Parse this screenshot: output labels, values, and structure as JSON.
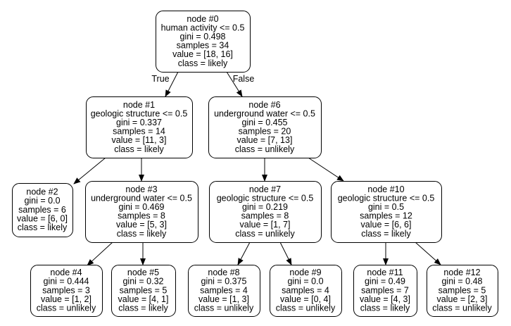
{
  "tree": {
    "nodes": [
      {
        "id": "0",
        "lines": [
          "node #0",
          "human activity <= 0.5",
          "gini = 0.498",
          "samples = 34",
          "value = [18, 16]",
          "class = likely"
        ]
      },
      {
        "id": "1",
        "lines": [
          "node #1",
          "geologic structure <= 0.5",
          "gini = 0.337",
          "samples = 14",
          "value = [11, 3]",
          "class = likely"
        ]
      },
      {
        "id": "6",
        "lines": [
          "node #6",
          "underground water <= 0.5",
          "gini = 0.455",
          "samples = 20",
          "value = [7, 13]",
          "class = unlikely"
        ]
      },
      {
        "id": "2",
        "lines": [
          "node #2",
          "gini = 0.0",
          "samples = 6",
          "value = [6, 0]",
          "class = likely"
        ]
      },
      {
        "id": "3",
        "lines": [
          "node #3",
          "underground water <= 0.5",
          "gini = 0.469",
          "samples = 8",
          "value = [5, 3]",
          "class = likely"
        ]
      },
      {
        "id": "7",
        "lines": [
          "node #7",
          "geologic structure <= 0.5",
          "gini = 0.219",
          "samples = 8",
          "value = [1, 7]",
          "class = unlikely"
        ]
      },
      {
        "id": "10",
        "lines": [
          "node #10",
          "geologic structure <= 0.5",
          "gini = 0.5",
          "samples = 12",
          "value = [6, 6]",
          "class = likely"
        ]
      },
      {
        "id": "4",
        "lines": [
          "node #4",
          "gini = 0.444",
          "samples = 3",
          "value = [1, 2]",
          "class = unlikely"
        ]
      },
      {
        "id": "5",
        "lines": [
          "node #5",
          "gini = 0.32",
          "samples = 5",
          "value = [4, 1]",
          "class = likely"
        ]
      },
      {
        "id": "8",
        "lines": [
          "node #8",
          "gini = 0.375",
          "samples = 4",
          "value = [1, 3]",
          "class = unlikely"
        ]
      },
      {
        "id": "9",
        "lines": [
          "node #9",
          "gini = 0.0",
          "samples = 4",
          "value = [0, 4]",
          "class = unlikely"
        ]
      },
      {
        "id": "11",
        "lines": [
          "node #11",
          "gini = 0.49",
          "samples = 7",
          "value = [4, 3]",
          "class = likely"
        ]
      },
      {
        "id": "12",
        "lines": [
          "node #12",
          "gini = 0.48",
          "samples = 5",
          "value = [2, 3]",
          "class = unlikely"
        ]
      }
    ],
    "edges": [
      {
        "from": "0",
        "to": "1",
        "label": "True"
      },
      {
        "from": "0",
        "to": "6",
        "label": "False"
      },
      {
        "from": "1",
        "to": "2",
        "label": ""
      },
      {
        "from": "1",
        "to": "3",
        "label": ""
      },
      {
        "from": "6",
        "to": "7",
        "label": ""
      },
      {
        "from": "6",
        "to": "10",
        "label": ""
      },
      {
        "from": "3",
        "to": "4",
        "label": ""
      },
      {
        "from": "3",
        "to": "5",
        "label": ""
      },
      {
        "from": "7",
        "to": "8",
        "label": ""
      },
      {
        "from": "7",
        "to": "9",
        "label": ""
      },
      {
        "from": "10",
        "to": "11",
        "label": ""
      },
      {
        "from": "10",
        "to": "12",
        "label": ""
      }
    ]
  }
}
